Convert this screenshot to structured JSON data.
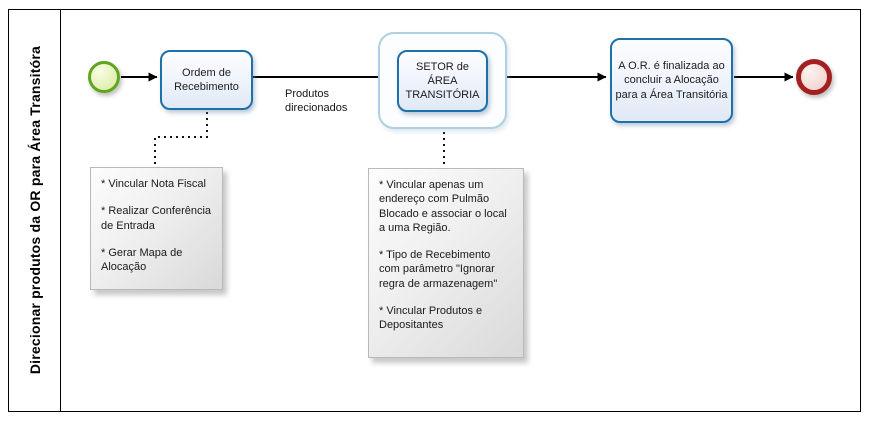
{
  "lane": {
    "title": "Direcionar produtos da OR para Área Transitóra"
  },
  "process": {
    "start_event": {
      "type": "start-event"
    },
    "task_ordem": {
      "label": "Ordem de Recebimento"
    },
    "flow_produtos": {
      "label": "Produtos direcionados"
    },
    "group_setor": {
      "task_label": "SETOR de ÁREA TRANSITÓRIA"
    },
    "task_final": {
      "label": "A O.R. é finalizada ao concluir a Alocação para a Área Transitória"
    },
    "end_event": {
      "type": "end-event"
    }
  },
  "annotations": {
    "note_ordem": {
      "items": [
        "* Vincular Nota Fiscal",
        "* Realizar Conferência de Entrada",
        "* Gerar Mapa de Alocação"
      ]
    },
    "note_setor": {
      "items": [
        "* Vincular apenas  um endereço com Pulmão Blocado e associar o local a uma Região.",
        "* Tipo de Recebimento com parâmetro \"Ignorar regra de armazenagem\"",
        "* Vincular Produtos e Depositantes"
      ]
    }
  },
  "colors": {
    "task_border": "#1f6fa8",
    "task_fill": "#e8f0f9",
    "group_border": "#aed0e2",
    "start_border": "#61a420",
    "start_fill": "#dcec9f",
    "end_border": "#a32020",
    "end_fill": "#f0cfcc",
    "note_fill": "#e3e3e3",
    "connector": "#000000"
  }
}
